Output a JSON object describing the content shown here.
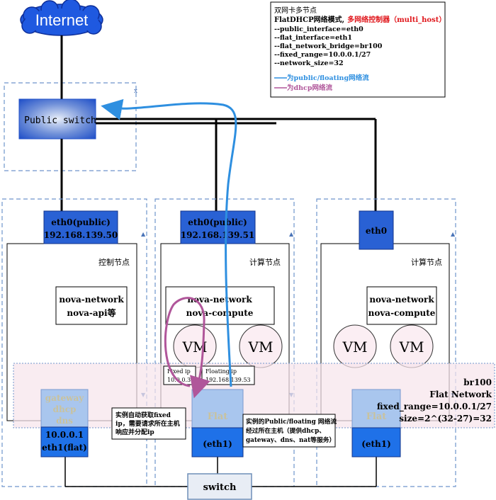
{
  "internet": {
    "label": "Internet"
  },
  "public_switch": {
    "label": "Public switch"
  },
  "legend": {
    "title": "双网卡多节点",
    "mode_prefix": "FlatDHCP网络模式,",
    "mode_suffix": "多网络控制器（multi_host）",
    "config_lines": [
      "--public_interface=eth0",
      "--flat_interface=eth1",
      "--flat_network_bridge=br100",
      "--fixed_range=10.0.0.1/27",
      "--network_size=32"
    ],
    "line_public": "为public/floating网络流",
    "line_dhcp": "为dhcp网络流",
    "colors": {
      "public": "#2e8fe0",
      "dhcp": "#b0569a",
      "mode_suffix": "#e0161b"
    }
  },
  "nodes": [
    {
      "eth0_line1": "eth0(public)",
      "eth0_line2": "192.168.139.50",
      "title": "控制节点",
      "service_line1": "nova-network",
      "service_line2": "nova-api等"
    },
    {
      "eth0_line1": "eth0(public)",
      "eth0_line2": "192.168.139.51",
      "title": "计算节点",
      "service_line1": "nova-network",
      "service_line2": "nova-compute",
      "vm_labels": [
        "VM",
        "VM"
      ]
    },
    {
      "eth0_line1": "eth0",
      "title": "计算节点",
      "service_line1": "nova-network",
      "service_line2": "nova-compute",
      "vm_labels": [
        "VM",
        "VM"
      ]
    }
  ],
  "controller_eth1": {
    "faded_lines": [
      "gateway",
      "dhcp",
      "dns"
    ],
    "line1": "10.0.0.1",
    "line2": "eth1(flat)"
  },
  "compute_eth1": {
    "faded": "Flat",
    "label": "(eth1)"
  },
  "bridge": {
    "name": "br100",
    "type": "Flat Network",
    "fixed_range": "fixed_range=10.0.0.1/27",
    "size": "size=2^(32-27)=32"
  },
  "ip_labels": {
    "fixed": {
      "line1": "Fixed ip",
      "line2": "10.0.0.3"
    },
    "floating": {
      "line1": "Floating ip",
      "line2": "192.168.139.53"
    }
  },
  "notes": {
    "fixed": [
      "实例自动获取fixed",
      "ip，需要请求所在主机",
      "响应并分配ip"
    ],
    "floating": [
      "实例的Public/floating 网络流",
      "经过所在主机（提供dhcp、",
      "gateway、dns、nat等服务）"
    ]
  },
  "switch": {
    "label": "switch"
  }
}
